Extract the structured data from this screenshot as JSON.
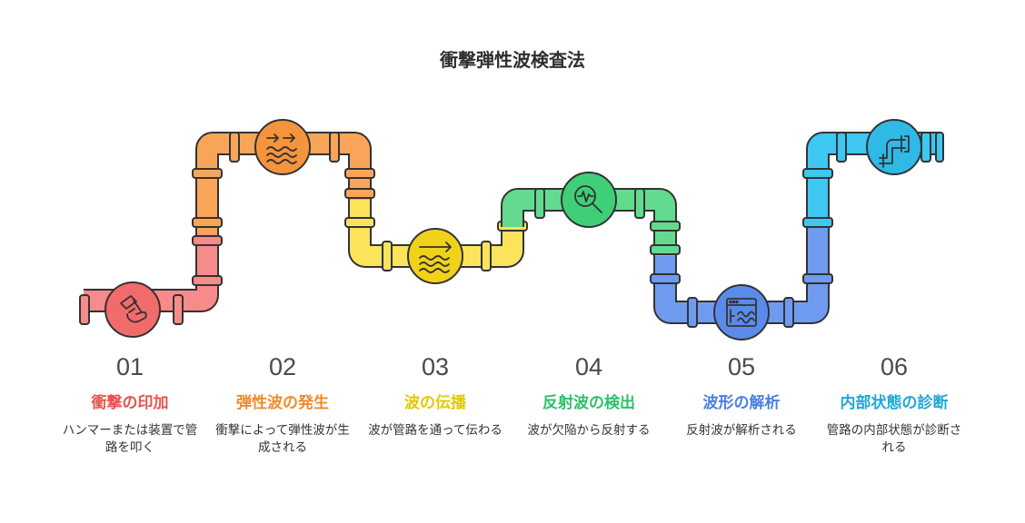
{
  "title": "衝撃弾性波検査法",
  "steps": [
    {
      "num": "01",
      "heading": "衝撃の印加",
      "desc": "ハンマーまたは装置で管路を叩く",
      "color": "#e8524f"
    },
    {
      "num": "02",
      "heading": "弾性波の発生",
      "desc": "衝撃によって弾性波が生成される",
      "color": "#f08a2c"
    },
    {
      "num": "03",
      "heading": "波の伝播",
      "desc": "波が管路を通って伝わる",
      "color": "#e4c800"
    },
    {
      "num": "04",
      "heading": "反射波の検出",
      "desc": "波が欠陥から反射する",
      "color": "#2fbf6a"
    },
    {
      "num": "05",
      "heading": "波形の解析",
      "desc": "反射波が解析される",
      "color": "#4a7fe0"
    },
    {
      "num": "06",
      "heading": "内部状態の診断",
      "desc": "管路の内部状態が診断される",
      "color": "#1fa8d8"
    }
  ],
  "icons": [
    "hammer-hand-icon",
    "waves-arrows-icon",
    "waves-arrow-icon",
    "magnifier-wave-icon",
    "waveform-window-icon",
    "pipe-icon"
  ],
  "pipe_colors": {
    "red": "#f78a8a",
    "orange": "#f8a55a",
    "yellow": "#fbe35c",
    "green": "#63db8f",
    "blue": "#6e9bf0",
    "cyan": "#3ec7f0"
  }
}
